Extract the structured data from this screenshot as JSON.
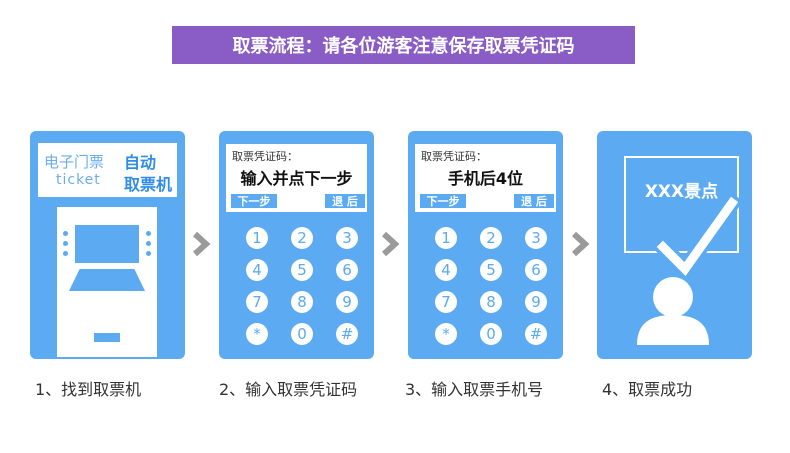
{
  "banner": {
    "title": "取票流程：请各位游客注意保存取票凭证码"
  },
  "steps": [
    {
      "label": "1、找到取票机",
      "sign": {
        "line1": "电子门票",
        "line2": "ticket",
        "auto1": "自动",
        "auto2": "取票机"
      }
    },
    {
      "label": "2、输入取票凭证码",
      "screen": {
        "prompt": "取票凭证码：",
        "text": "输入并点下一步",
        "next": "下一步",
        "back": "退 后"
      }
    },
    {
      "label": "3、输入取票手机号",
      "screen": {
        "prompt": "取票凭证码：",
        "text": "手机后4位",
        "next": "下一步",
        "back": "退 后"
      }
    },
    {
      "label": "4、取票成功",
      "frame_title": "XXX景点"
    }
  ],
  "keypad": [
    "1",
    "2",
    "3",
    "4",
    "5",
    "6",
    "7",
    "8",
    "9",
    "*",
    "0",
    "#"
  ],
  "colors": {
    "banner": "#8a5cc6",
    "card": "#5baaf2",
    "arrow": "#9a9a9a",
    "text": "#333333"
  }
}
